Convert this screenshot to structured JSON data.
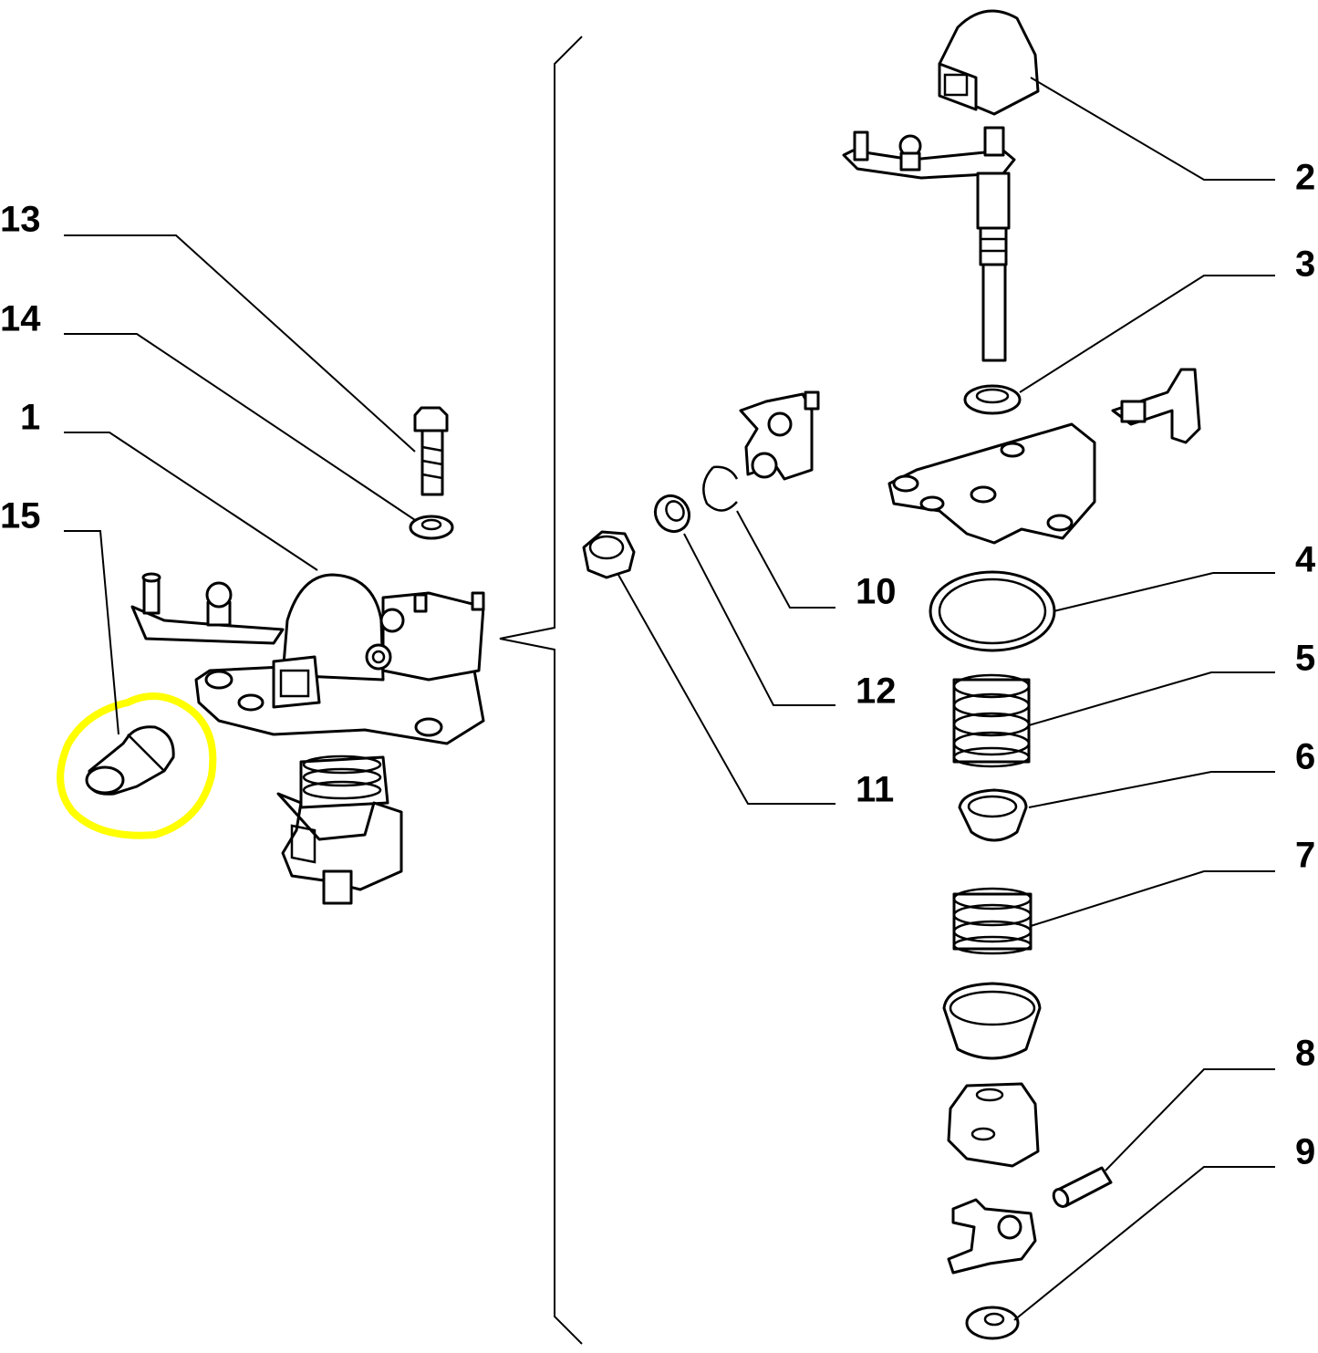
{
  "diagram": {
    "callouts": [
      {
        "id": "1",
        "label": "1"
      },
      {
        "id": "2",
        "label": "2"
      },
      {
        "id": "3",
        "label": "3"
      },
      {
        "id": "4",
        "label": "4"
      },
      {
        "id": "5",
        "label": "5"
      },
      {
        "id": "6",
        "label": "6"
      },
      {
        "id": "7",
        "label": "7"
      },
      {
        "id": "8",
        "label": "8"
      },
      {
        "id": "9",
        "label": "9"
      },
      {
        "id": "10",
        "label": "10"
      },
      {
        "id": "11",
        "label": "11"
      },
      {
        "id": "12",
        "label": "12"
      },
      {
        "id": "13",
        "label": "13"
      },
      {
        "id": "14",
        "label": "14"
      },
      {
        "id": "15",
        "label": "15"
      }
    ],
    "highlight": {
      "target_part": "15",
      "color": "#ffff00"
    },
    "line_color": "#000000",
    "background": "#ffffff"
  }
}
